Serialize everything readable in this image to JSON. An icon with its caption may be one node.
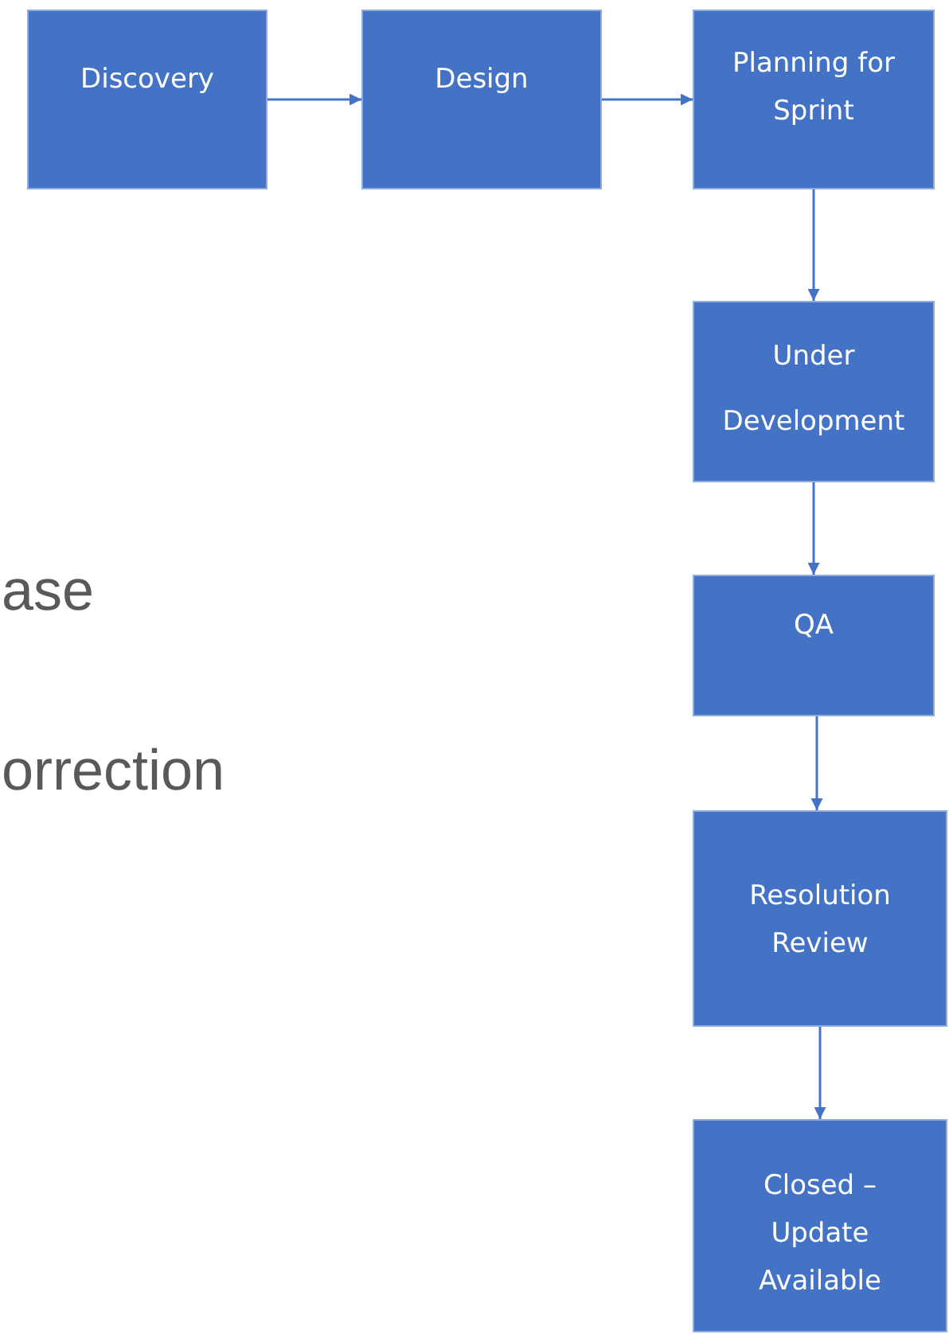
{
  "diagram": {
    "nodes": [
      {
        "text": [
          "Discovery"
        ]
      },
      {
        "text": [
          "Design"
        ]
      },
      {
        "text": [
          "Planning for Sprint"
        ]
      },
      {
        "text": [
          "Under Development"
        ]
      },
      {
        "text": [
          "QA"
        ]
      },
      {
        "text": [
          "Resolution Review"
        ]
      },
      {
        "text": [
          "Closed – Update Available"
        ]
      }
    ],
    "edges": [
      {
        "from": 0,
        "to": 1,
        "arrow": "to"
      },
      {
        "from": 1,
        "to": 2,
        "arrow": "to"
      },
      {
        "from": 2,
        "to": 3,
        "arrow": "to"
      },
      {
        "from": 3,
        "to": 4,
        "arrow": "to"
      },
      {
        "from": 4,
        "to": 5,
        "arrow": "to"
      },
      {
        "from": 5,
        "to": 6,
        "arrow": "to"
      }
    ],
    "labels": [
      "ase",
      "orrection"
    ]
  }
}
